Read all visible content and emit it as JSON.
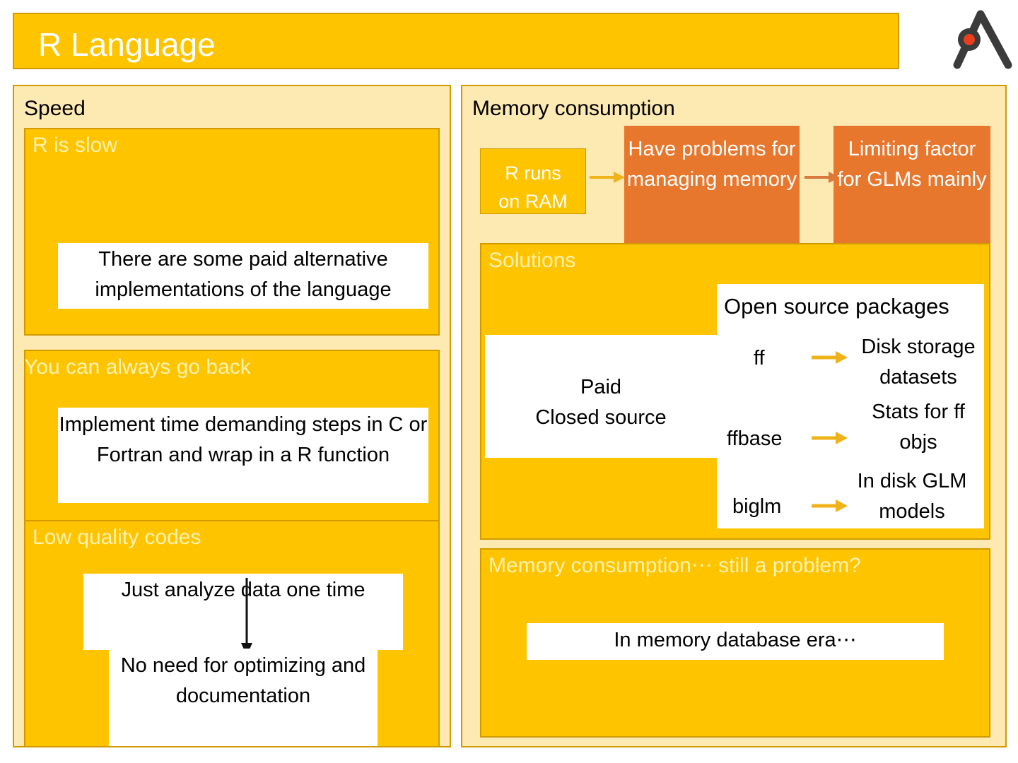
{
  "slide": {
    "title": "R Language",
    "logo_icon": "lambda-logo-icon"
  },
  "left_panel": {
    "heading": "Speed",
    "sections": [
      {
        "heading": "R is slow",
        "note": "There are some paid alternative implementations of the language"
      },
      {
        "heading": "You can always go back",
        "note": "Implement time demanding steps in C or Fortran and wrap in a R function"
      },
      {
        "heading": "Low quality codes",
        "note_top": "Just  analyze data one time",
        "note_bottom": "No need for optimizing and documentation",
        "arrow_icon": "down-arrow-icon"
      }
    ]
  },
  "right_panel": {
    "heading": "Memory consumption",
    "flow": {
      "step1": "R runs\non RAM",
      "step2": "Have problems for managing memory",
      "step3": "Limiting factor for GLMs mainly",
      "arrow1_icon": "right-arrow-icon",
      "arrow2_icon": "right-arrow-icon"
    },
    "solutions": {
      "heading": "Solutions",
      "paid_note": "Paid\nClosed source",
      "paid_line1": "Paid",
      "paid_line2": "Closed source",
      "open_source": {
        "heading": "Open source packages",
        "rows": [
          {
            "package": "ff",
            "arrow_icon": "right-arrow-icon",
            "description": "Disk storage datasets"
          },
          {
            "package": "ffbase",
            "arrow_icon": "right-arrow-icon",
            "description": "Stats for ff objs"
          },
          {
            "package": "biglm",
            "arrow_icon": "right-arrow-icon",
            "description": "In disk GLM models"
          }
        ]
      }
    },
    "still_problem": {
      "heading": "Memory consumption⋯ still a problem?",
      "note": "In memory database era⋯"
    }
  },
  "colors": {
    "yellow": "#FFC400",
    "cream": "#FDE9B2",
    "orange": "#E8772E",
    "border": "#D19B00",
    "title_text": "#FFFFFF",
    "sub_title_text": "#FFF2B0",
    "logo_dark": "#3B3B3B",
    "logo_dot": "#E8401F"
  }
}
